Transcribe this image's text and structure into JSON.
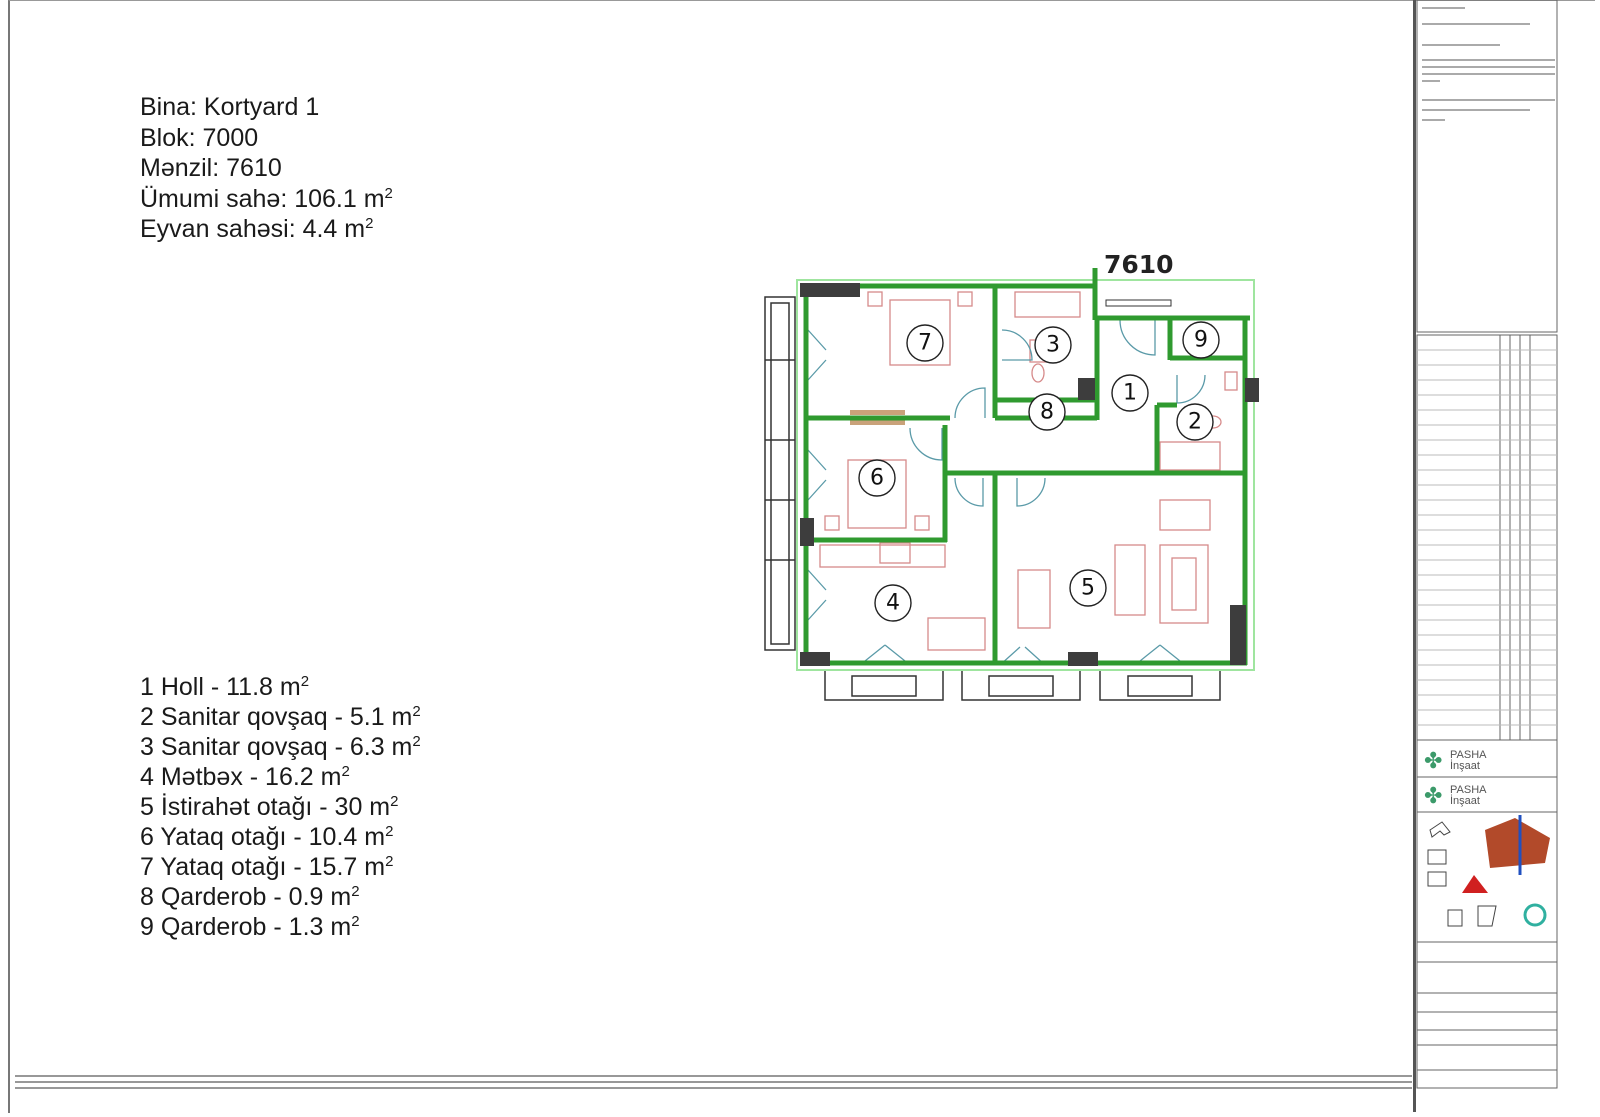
{
  "info": {
    "building": "Bina: Kortyard 1",
    "block": "Blok: 7000",
    "apartment": "Mənzil: 7610",
    "total_area": "Ümumi sahə: 106.1 m",
    "balcony_area": "Eyvan sahəsi: 4.4 m",
    "sup": "2"
  },
  "plan": {
    "apartment_number": "7610",
    "room_labels": [
      "1",
      "2",
      "3",
      "4",
      "5",
      "6",
      "7",
      "8",
      "9"
    ]
  },
  "rooms": [
    "1 Holl - 11.8 m",
    "2 Sanitar qovşaq - 5.1 m",
    "3 Sanitar qovşaq - 6.3 m",
    "4 Mətbəx - 16.2 m",
    "5 İstirahət otağı - 30 m",
    "6 Yataq otağı - 10.4 m",
    "7 Yataq otağı - 15.7 m",
    "8 Qarderob - 0.9 m",
    "9 Qarderob - 1.3 m"
  ],
  "title_block": {
    "logo_line1": "PASHA",
    "logo_line2": "İnşaat"
  },
  "colors": {
    "wall": "#2f9a2f",
    "pillar": "#3d3d3d",
    "furniture": "#d68a8a",
    "door": "#5a9aa8"
  }
}
